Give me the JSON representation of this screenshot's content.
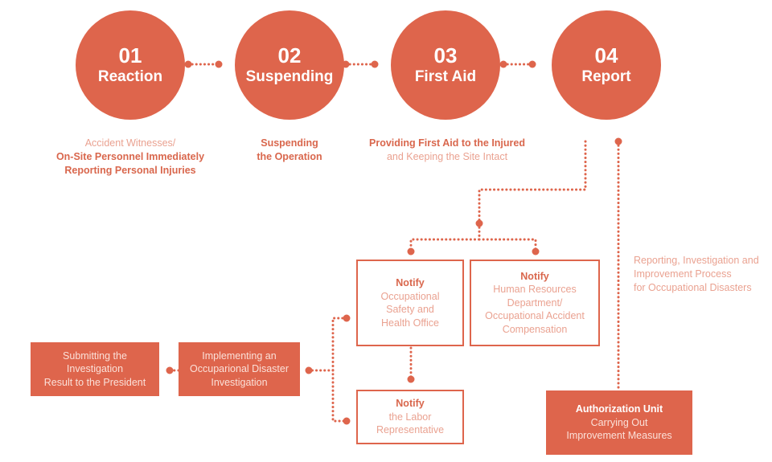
{
  "steps": [
    {
      "number": "01",
      "title": "Reaction"
    },
    {
      "number": "02",
      "title": "Suspending"
    },
    {
      "number": "03",
      "title": "First Aid"
    },
    {
      "number": "04",
      "title": "Report"
    }
  ],
  "captions": {
    "reaction": {
      "line1": "Accident Witnesses/",
      "line2": "On-Site Personnel Immediately",
      "line3": "Reporting Personal Injuries"
    },
    "suspending": {
      "line1": "Suspending",
      "line2": "the Operation"
    },
    "first_aid": {
      "line1": "Providing First Aid to the Injured",
      "line2": "and Keeping the Site Intact"
    }
  },
  "boxes": {
    "osh": {
      "heading": "Notify",
      "line1": "Occupational",
      "line2": "Safety and",
      "line3": "Health Office"
    },
    "hr": {
      "heading": "Notify",
      "line1": "Human Resources",
      "line2": "Department/",
      "line3": "Occupational Accident",
      "line4": "Compensation"
    },
    "labor": {
      "heading": "Notify",
      "line1": "the Labor",
      "line2": "Representative"
    },
    "investigation": {
      "line1": "Implementing an",
      "line2": "Occuparional Disaster",
      "line3": "Investigation"
    },
    "president": {
      "line1": "Submitting the",
      "line2": "Investigation",
      "line3": "Result to the President"
    },
    "authorization": {
      "heading": "Authorization Unit",
      "line1": "Carrying Out",
      "line2": "Improvement Measures"
    }
  },
  "side_note": {
    "line1": "Reporting, Investigation and",
    "line2": "Improvement Process",
    "line3": "for Occupational Disasters"
  },
  "colors": {
    "accent": "#de654c",
    "light_text": "#eaa291",
    "dark_text": "#d9674d"
  }
}
